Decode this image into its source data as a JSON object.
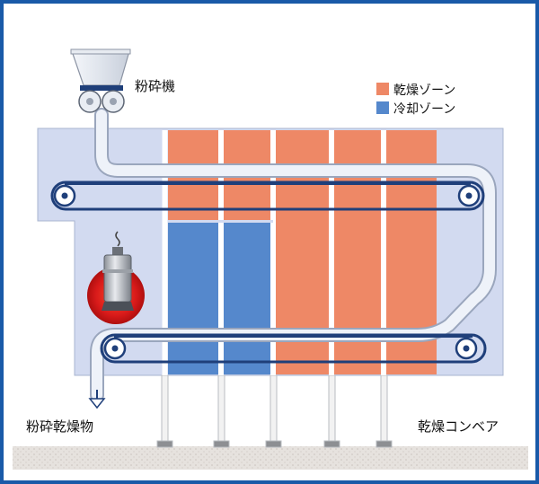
{
  "labels": {
    "crusher": "粉砕機",
    "crushed_dried_product": "粉砕乾燥物",
    "drying_conveyor": "乾燥コンベア"
  },
  "legend": [
    {
      "label": "乾燥ゾーン",
      "color": "#ee8866"
    },
    {
      "label": "冷却ゾーン",
      "color": "#5588cc"
    }
  ],
  "colors": {
    "frame_border": "#1a5aa8",
    "housing": "#d2daf0",
    "drying_zone": "#ee8866",
    "cooling_zone": "#5588cc",
    "belt": "#1f3f7a",
    "tube": "#e8eef8",
    "floor": "#e4e0dc",
    "heater_glow": "#d81a1a"
  },
  "icons": {
    "crusher": "hopper-crusher-icon",
    "heater": "heater-lamp-icon",
    "outlet": "discharge-arrow-icon"
  }
}
